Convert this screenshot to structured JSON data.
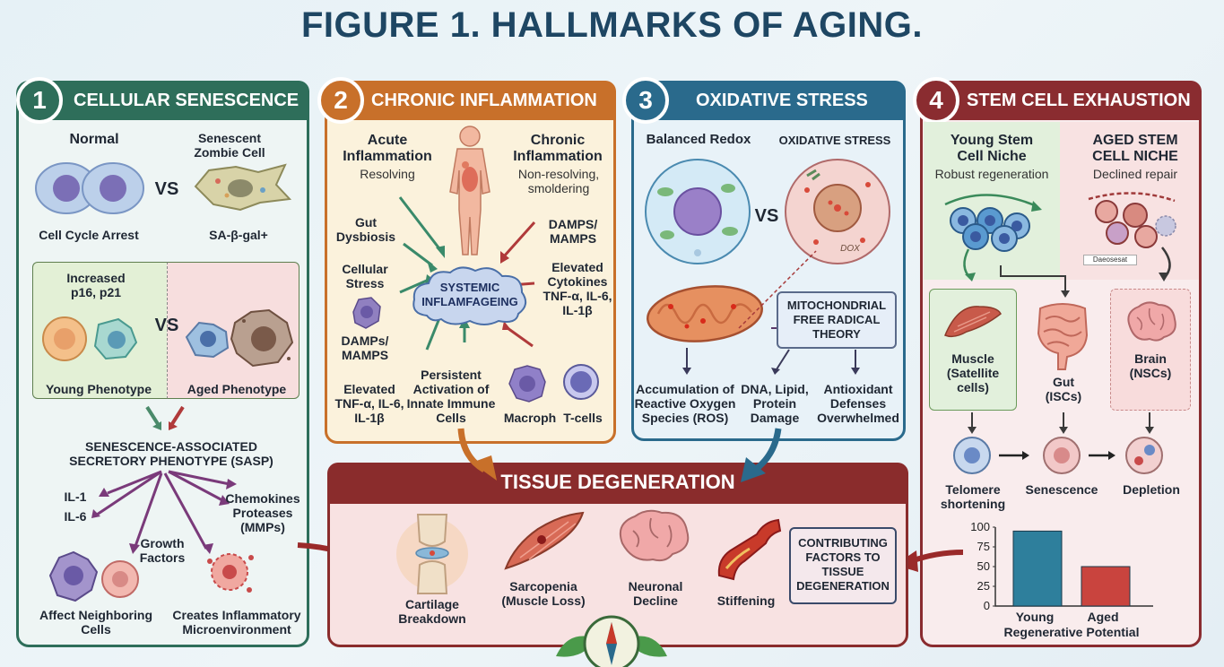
{
  "title": "FIGURE 1. HALLMARKS OF AGING.",
  "colors": {
    "panel1": "#2e6e5a",
    "panel2": "#c8702a",
    "panel3": "#2a6a8c",
    "panel4": "#8a2c30",
    "tissue": "#8a2c2c"
  },
  "panel1": {
    "number": "1",
    "title": "CELLULAR SENESCENCE",
    "normal": "Normal",
    "senescent": "Senescent Zombie Cell",
    "vs": "VS",
    "cell_cycle_arrest": "Cell Cycle Arrest",
    "sa_beta_gal": "SA-β-gal+",
    "increased": "Increased p16, p21",
    "young_phenotype": "Young Phenotype",
    "aged_phenotype": "Aged Phenotype",
    "sasp": "SENESCENCE-ASSOCIATED SECRETORY PHENOTYPE (SASP)",
    "il1": "IL-1",
    "il6": "IL-6",
    "chemokines": "Chemokines Proteases (MMPs)",
    "growth_factors": "Growth Factors",
    "affect": "Affect Neighboring Cells",
    "creates": "Creates Inflammatory Microenvironment"
  },
  "panel2": {
    "number": "2",
    "title": "CHRONIC INFLAMMATION",
    "acute": "Acute Inflammation",
    "acute_sub": "Resolving",
    "chronic": "Chronic Inflammation",
    "chronic_sub": "Non-resolving, smoldering",
    "gut": "Gut Dysbiosis",
    "damps_right": "DAMPS/ MAMPS",
    "cellular_stress": "Cellular Stress",
    "elevated_cytokines": "Elevated Cytokines TNF-α, IL-6, IL-1β",
    "systemic": "SYSTEMIC INFLAMFAGEING",
    "damps_left": "DAMPs/ MAMPS",
    "elevated_left": "Elevated TNF-α, IL-6, IL-1β",
    "persistent": "Persistent Activation of Innate Immune Cells",
    "macroph": "Macroph",
    "tcells": "T-cells"
  },
  "panel3": {
    "number": "3",
    "title": "OXIDATIVE STRESS",
    "balanced": "Balanced Redox",
    "oxidative": "OXIDATIVE STRESS",
    "vs": "VS",
    "theory": "MITOCHONDRIAL FREE RADICAL THEORY",
    "ros": "Accumulation of Reactive Oxygen Species (ROS)",
    "dna": "DNA, Lipid, Protein Damage",
    "antioxidant": "Antioxidant Defenses Overwhelmed",
    "cell_text": "DOX"
  },
  "panel4": {
    "number": "4",
    "title": "STEM CELL EXHAUSTION",
    "young": "Young Stem Cell Niche",
    "young_sub": "Robust regeneration",
    "aged": "AGED STEM CELL NICHE",
    "aged_sub": "Declined repair",
    "label_small": "Daeosesat",
    "muscle": "Muscle (Satellite cells)",
    "gut": "Gut (ISCs)",
    "brain": "Brain (NSCs)",
    "telomere": "Telomere shortening",
    "senescence": "Senescence",
    "depletion": "Depletion"
  },
  "tissue": {
    "title": "TISSUE DEGENERATION",
    "cartilage": "Cartilage Breakdown",
    "sarcopenia": "Sarcopenia (Muscle Loss)",
    "neuronal": "Neuronal Decline",
    "stiffening": "Stiffening",
    "contributing": "CONTRIBUTING FACTORS TO TISSUE DEGENERATION"
  },
  "chart_data": {
    "type": "bar",
    "categories": [
      "Young",
      "Aged"
    ],
    "values": [
      95,
      50
    ],
    "xlabel": "Regenerative Potential",
    "ylabel": "",
    "ylim": [
      0,
      100
    ],
    "yticks": [
      0,
      25,
      50,
      75,
      100
    ],
    "colors": [
      "#2e7f9c",
      "#c9443e"
    ]
  }
}
